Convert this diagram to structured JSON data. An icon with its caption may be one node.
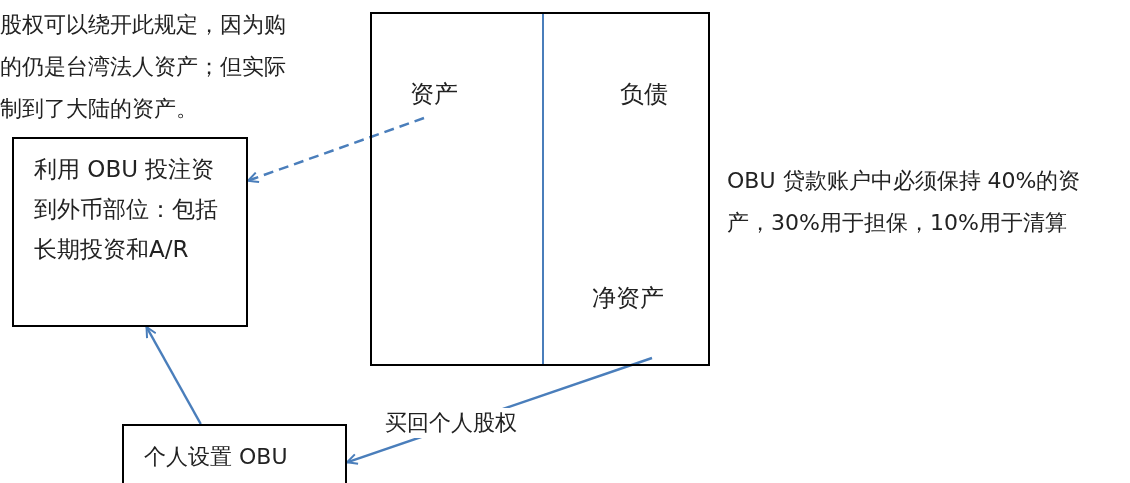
{
  "diagram": {
    "nodes": [
      {
        "text": [],
        "shape": "box"
      },
      {
        "text": [
          "资产"
        ],
        "in": 0
      },
      {
        "text": [
          "负债"
        ],
        "in": 0
      },
      {
        "text": [
          "净资产"
        ],
        "in": 0
      },
      {
        "text": [
          "利用 OBU 投注资到外币部位：包括长期投资和A/R"
        ]
      },
      {
        "text": [
          "个人设置 OBU"
        ]
      }
    ],
    "edges": [
      {
        "from": 1,
        "to": 4,
        "arrow": "to",
        "style": "dashed"
      },
      {
        "from": 3,
        "to": 5,
        "arrow": "to",
        "label": "买回个人股权"
      },
      {
        "from": 5,
        "to": 4,
        "arrow": "to"
      }
    ],
    "labels": [
      "股权可以绕开此规定，因为购",
      "的仍是台湾法人资产；但实际",
      "制到了大陆的资产。",
      "OBU 贷款账户中必须保持 40%的资产，30%用于担保，10%用于清算"
    ]
  }
}
